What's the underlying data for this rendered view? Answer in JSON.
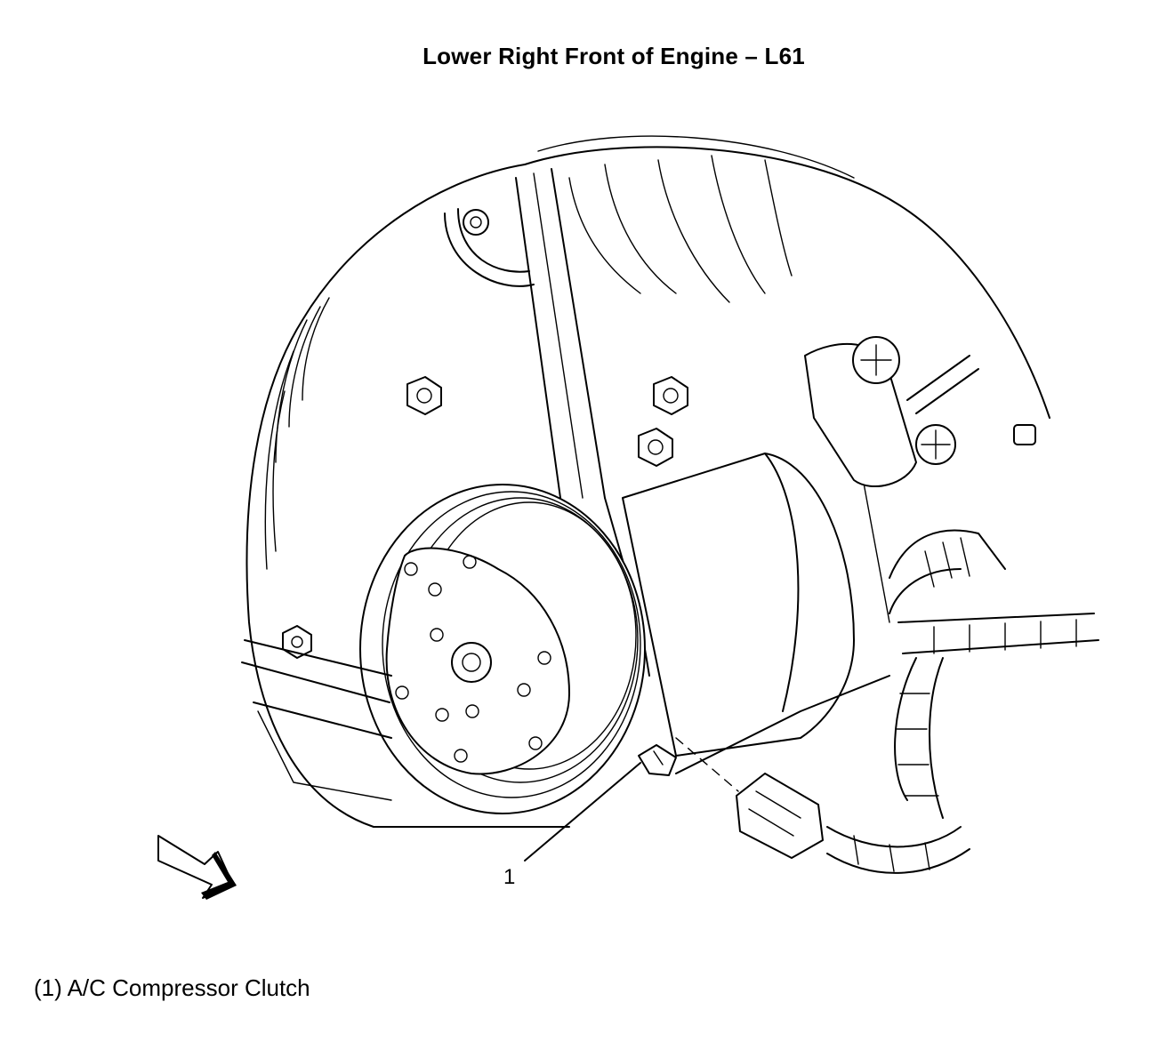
{
  "title": "Lower Right Front of Engine – L61",
  "callouts": [
    {
      "number": "1",
      "label": "A/C Compressor Clutch"
    }
  ],
  "legend": [
    {
      "text": "(1) A/C Compressor Clutch"
    }
  ],
  "icons": {
    "direction": "direction-arrow-icon"
  }
}
